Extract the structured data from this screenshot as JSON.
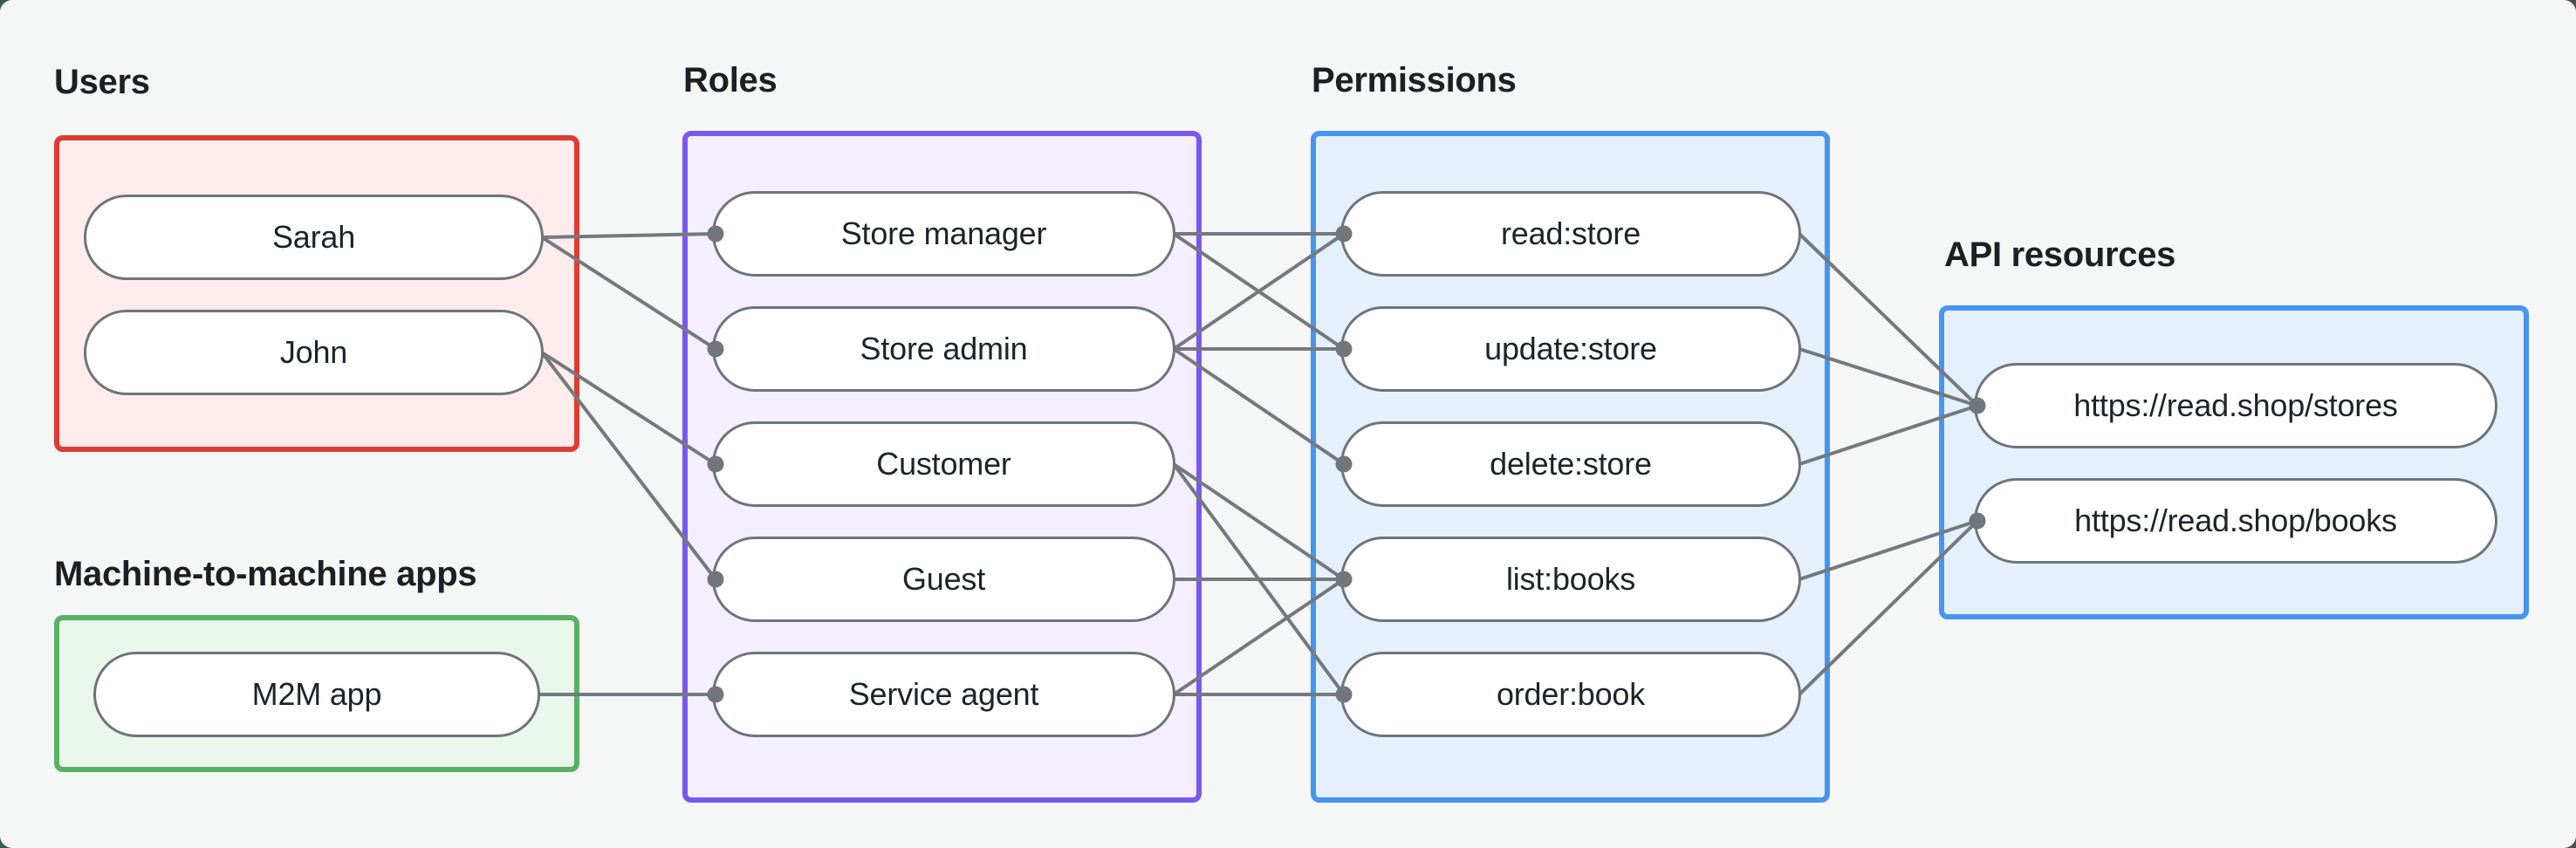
{
  "canvas": {
    "background": "#f5f7f6",
    "backdrop": "#3c5a46"
  },
  "style": {
    "edge_color": "#74797e",
    "edge_dot_color": "#70767c",
    "node_border_color": "#6e747a",
    "node_text_color": "#1f2329",
    "label_text_color": "#1b2026"
  },
  "groups": [
    {
      "id": "users",
      "label": "Users",
      "border_color": "#df3b32",
      "fill_color": "#fdeceb",
      "nodes": [
        {
          "id": "sarah",
          "label": "Sarah"
        },
        {
          "id": "john",
          "label": "John"
        }
      ]
    },
    {
      "id": "m2m-apps",
      "label": "Machine-to-machine apps",
      "border_color": "#58b165",
      "fill_color": "#e9f6ec",
      "nodes": [
        {
          "id": "m2m-app",
          "label": "M2M app"
        }
      ]
    },
    {
      "id": "roles",
      "label": "Roles",
      "border_color": "#7b57f0",
      "fill_color": "#f4eefe",
      "nodes": [
        {
          "id": "store-manager",
          "label": "Store manager"
        },
        {
          "id": "store-admin",
          "label": "Store admin"
        },
        {
          "id": "customer",
          "label": "Customer"
        },
        {
          "id": "guest",
          "label": "Guest"
        },
        {
          "id": "service-agent",
          "label": "Service agent"
        }
      ]
    },
    {
      "id": "permissions",
      "label": "Permissions",
      "border_color": "#4695f0",
      "fill_color": "#e4f0fb",
      "nodes": [
        {
          "id": "read-store",
          "label": "read:store"
        },
        {
          "id": "update-store",
          "label": "update:store"
        },
        {
          "id": "delete-store",
          "label": "delete:store"
        },
        {
          "id": "list-books",
          "label": "list:books"
        },
        {
          "id": "order-book",
          "label": "order:book"
        }
      ]
    },
    {
      "id": "api-resources",
      "label": "API resources",
      "border_color": "#4695f0",
      "fill_color": "#e4f0fb",
      "nodes": [
        {
          "id": "stores-api",
          "label": "https://read.shop/stores"
        },
        {
          "id": "books-api",
          "label": "https://read.shop/books"
        }
      ]
    }
  ],
  "edges": [
    [
      "sarah",
      "store-manager"
    ],
    [
      "sarah",
      "store-admin"
    ],
    [
      "john",
      "customer"
    ],
    [
      "john",
      "guest"
    ],
    [
      "m2m-app",
      "service-agent"
    ],
    [
      "store-manager",
      "read-store"
    ],
    [
      "store-manager",
      "update-store"
    ],
    [
      "store-admin",
      "read-store"
    ],
    [
      "store-admin",
      "update-store"
    ],
    [
      "store-admin",
      "delete-store"
    ],
    [
      "customer",
      "list-books"
    ],
    [
      "customer",
      "order-book"
    ],
    [
      "guest",
      "list-books"
    ],
    [
      "service-agent",
      "list-books"
    ],
    [
      "service-agent",
      "order-book"
    ],
    [
      "read-store",
      "stores-api"
    ],
    [
      "update-store",
      "stores-api"
    ],
    [
      "delete-store",
      "stores-api"
    ],
    [
      "list-books",
      "books-api"
    ],
    [
      "order-book",
      "books-api"
    ]
  ]
}
